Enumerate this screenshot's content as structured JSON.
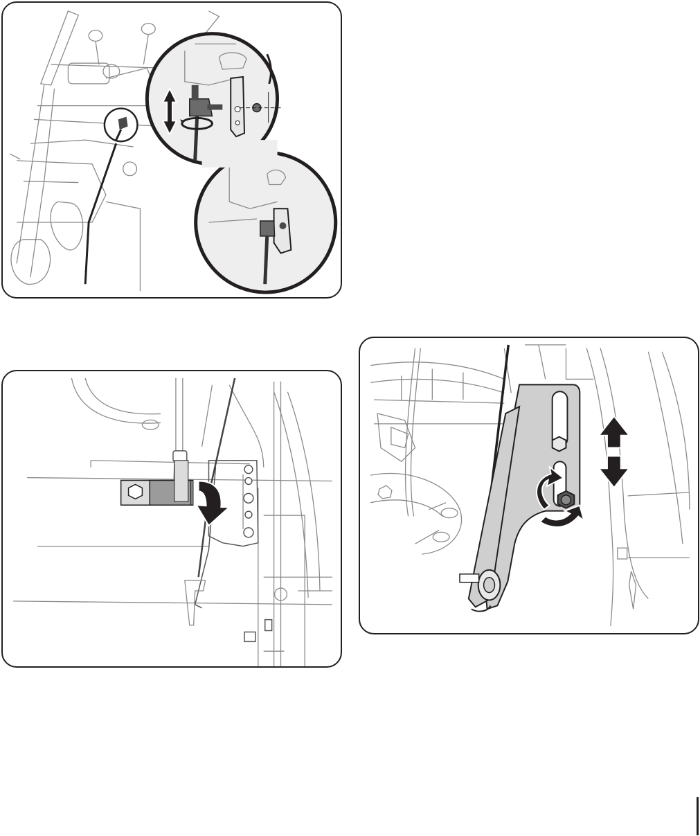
{
  "page": {
    "title": "",
    "figures": [
      {
        "id": "fig-1",
        "icons": [
          "double-vertical-arrow-icon",
          "rotate-arrow-icon",
          "magnify-circle-icon"
        ]
      },
      {
        "id": "fig-2",
        "icons": [
          "curved-down-arrow-icon"
        ]
      },
      {
        "id": "fig-3",
        "icons": [
          "up-arrow-icon",
          "down-arrow-icon",
          "rotate-arrow-icon"
        ]
      }
    ],
    "colors": {
      "ink": "#231f20",
      "part_fill": "#cfcfcf",
      "line_art": "#8a8a8a"
    }
  }
}
